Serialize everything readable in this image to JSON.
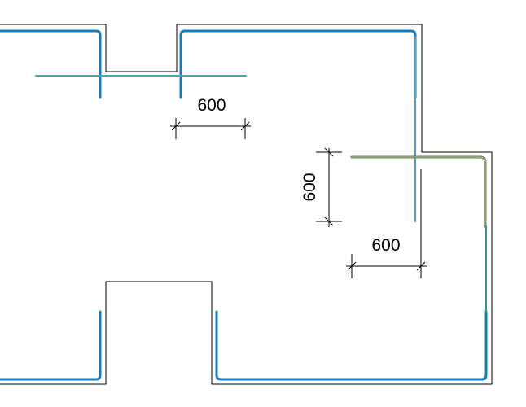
{
  "colors": {
    "background": "#ffffff",
    "outline": "#000000",
    "rebar_primary": "#1a7bb5",
    "rebar_secondary": "#3a8fa3",
    "rebar_highlight": "#6f7f56",
    "dimension": "#000000"
  },
  "dimensions": {
    "top_opening": "600",
    "right_vertical": "600",
    "right_horizontal": "600"
  }
}
